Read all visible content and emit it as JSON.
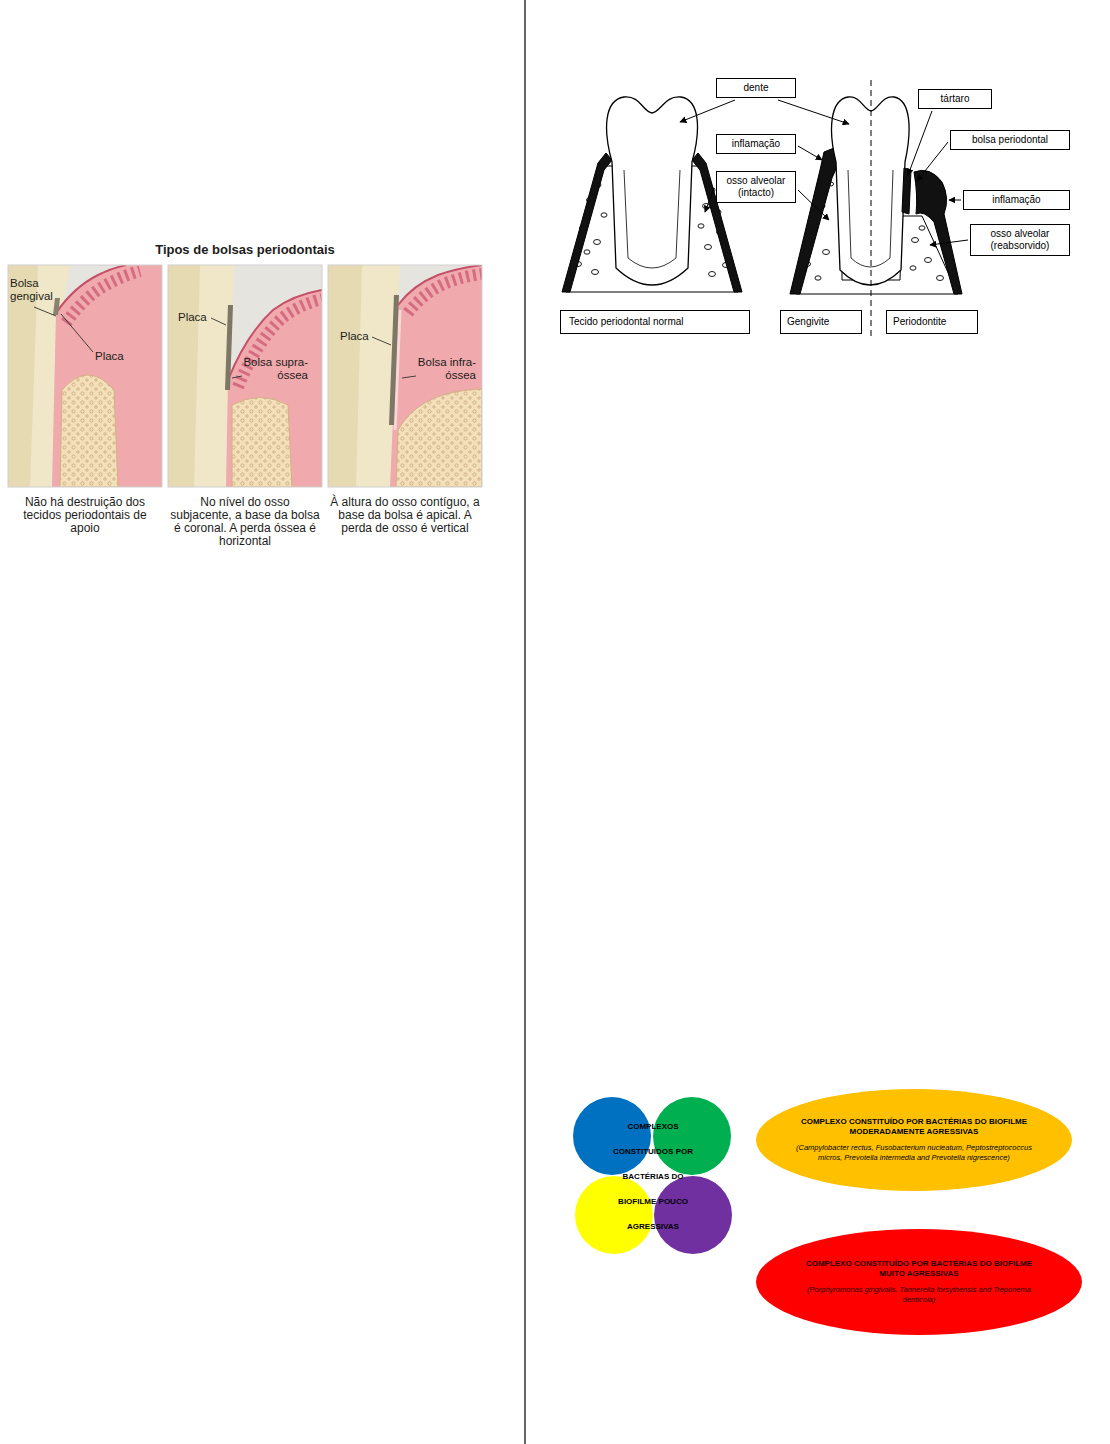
{
  "diagram": {
    "title": "Tipos de bolsas periodontais",
    "nodes": [
      {
        "text": [
          "dente"
        ]
      },
      {
        "text": [
          "tártaro"
        ]
      },
      {
        "text": [
          "inflamação"
        ]
      },
      {
        "text": [
          "bolsa periodontal"
        ]
      },
      {
        "text": [
          "osso alveolar (intacto)"
        ]
      },
      {
        "text": [
          "inflamação"
        ]
      },
      {
        "text": [
          "osso alveolar (reabsorvido)"
        ]
      },
      {
        "text": [
          "Tecido periodontal normal"
        ]
      },
      {
        "text": [
          "Gengivite"
        ]
      },
      {
        "text": [
          "Periodontite"
        ]
      },
      {
        "text": [
          "COMPLEXOS CONSTITUÍDOS POR BACTÉRIAS DO BIOFILME POUCO AGRESSIVAS"
        ]
      },
      {
        "text": [
          "COMPLEXO CONSTITUÍDO POR BACTÉRIAS DO BIOFILME MODERADAMENTE AGRESSIVAS",
          "(Campylobacter rectus, Fusobacterium nucleatum, Peptostreptococcus micros, Prevotella intermedia and Prevotella nigrescence)"
        ]
      },
      {
        "text": [
          "COMPLEXO CONSTITUÍDO POR BACTÉRIAS DO BIOFILME MUITO AGRESSIVAS",
          "(Porphyromonas gingivalis, Tannerella forsythensis and Treponema denticola)"
        ]
      }
    ],
    "labels": [
      "Bolsa gengival",
      "Placa",
      "Placa",
      "Bolsa supra-óssea",
      "Placa",
      "Bolsa infra-óssea",
      "Não há destruição dos tecidos periodontais de apoio",
      "No nível do osso subjacente, a base da bolsa é coronal. A perda óssea é horizontal",
      "À altura do osso contíguo, a base da bolsa é apical. A perda de osso é vertical"
    ]
  }
}
